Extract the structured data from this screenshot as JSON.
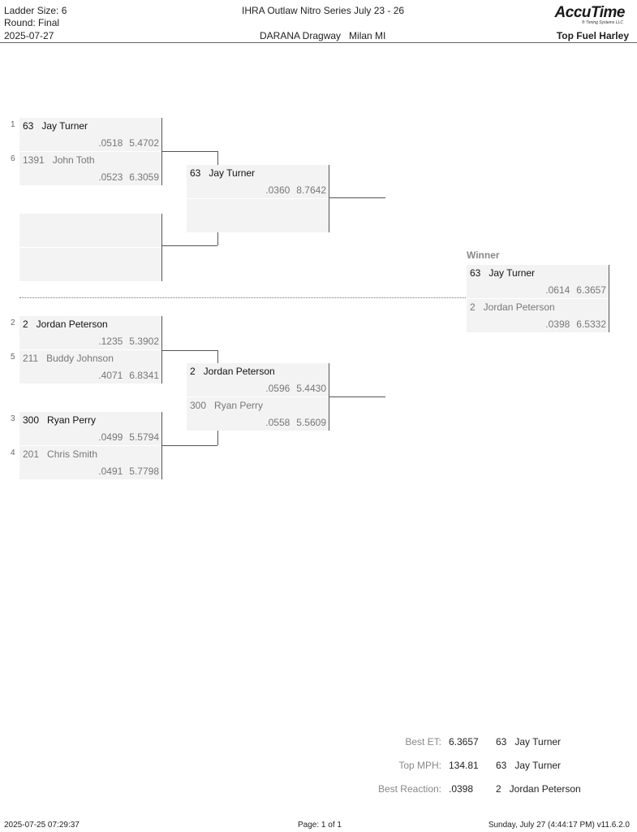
{
  "header": {
    "ladder_size": "Ladder Size: 6",
    "round": "Round: Final",
    "date": "2025-07-27",
    "event": "IHRA Outlaw Nitro Series July 23 - 26",
    "track": "DARANA Dragway   Milan MI",
    "class": "Top Fuel Harley",
    "logo_main": "AccuTime",
    "logo_sub": "® Timing Systems LLC"
  },
  "round1": [
    {
      "seed": "1",
      "name": "63   Jay Turner",
      "rt": ".0518",
      "et": "5.4702",
      "status": "win"
    },
    {
      "seed": "6",
      "name": "1391   John Toth",
      "rt": ".0523",
      "et": "6.3059",
      "status": "lose"
    },
    {
      "seed": "2",
      "name": "2   Jordan Peterson",
      "rt": ".1235",
      "et": "5.3902",
      "status": "win"
    },
    {
      "seed": "5",
      "name": "211   Buddy Johnson",
      "rt": ".4071",
      "et": "6.8341",
      "status": "lose"
    },
    {
      "seed": "3",
      "name": "300   Ryan Perry",
      "rt": ".0499",
      "et": "5.5794",
      "status": "win"
    },
    {
      "seed": "4",
      "name": "201   Chris Smith",
      "rt": ".0491",
      "et": "5.7798",
      "status": "lose"
    }
  ],
  "round2": [
    {
      "name": "63   Jay Turner",
      "rt": ".0360",
      "et": "8.7642",
      "status": "win"
    },
    {
      "name": "2   Jordan Peterson",
      "rt": ".0596",
      "et": "5.4430",
      "status": "win"
    },
    {
      "name": "300   Ryan Perry",
      "rt": ".0558",
      "et": "5.5609",
      "status": "lose"
    }
  ],
  "final": {
    "label": "Winner",
    "entries": [
      {
        "name": "63   Jay Turner",
        "rt": ".0614",
        "et": "6.3657",
        "status": "win"
      },
      {
        "name": "2   Jordan Peterson",
        "rt": ".0398",
        "et": "6.5332",
        "status": "lose"
      }
    ]
  },
  "stats": [
    {
      "label": "Best ET:",
      "value": "6.3657",
      "who": "63   Jay Turner"
    },
    {
      "label": "Top MPH:",
      "value": "134.81",
      "who": "63   Jay Turner"
    },
    {
      "label": "Best Reaction:",
      "value": ".0398",
      "who": "2   Jordan Peterson"
    }
  ],
  "footer": {
    "left": "2025-07-25 07:29:37",
    "center": "Page: 1 of 1",
    "right": "Sunday, July 27 (4:44:17 PM) v11.6.2.0"
  }
}
